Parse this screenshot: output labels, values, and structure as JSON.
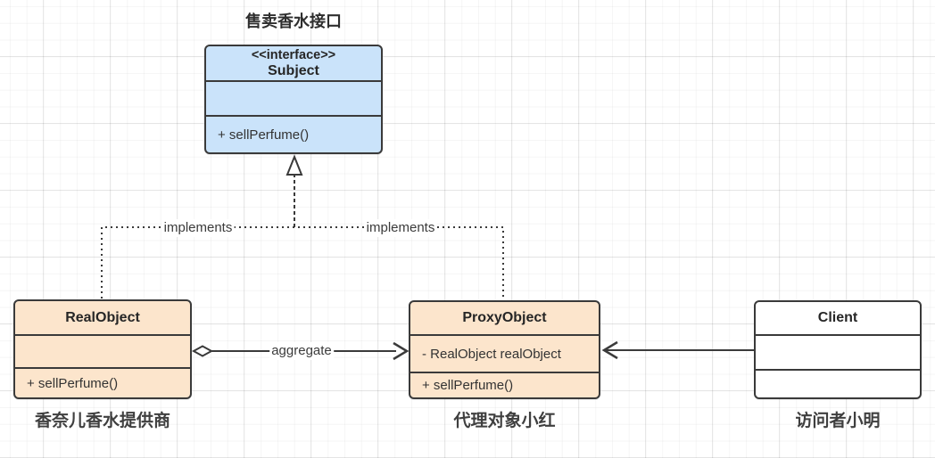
{
  "colors": {
    "interface_fill": "#CAE3FA",
    "object_fill": "#FCE5CC",
    "client_fill": "#FFFFFF",
    "stroke": "#3A3A3A",
    "label_text": "#3B3B3B"
  },
  "interface_class": {
    "title": "售卖香水接口",
    "stereotype": "<<interface>>",
    "name": "Subject",
    "method": "+ sellPerfume()"
  },
  "real_object_class": {
    "name": "RealObject",
    "method": "+ sellPerfume()",
    "caption": "香奈儿香水提供商"
  },
  "proxy_object_class": {
    "name": "ProxyObject",
    "field": "- RealObject realObject",
    "method": "+ sellPerfume()",
    "caption": "代理对象小红"
  },
  "client_class": {
    "name": "Client",
    "caption": "访问者小明"
  },
  "edges": {
    "implements_left": "implements",
    "implements_right": "implements",
    "aggregate": "aggregate"
  }
}
